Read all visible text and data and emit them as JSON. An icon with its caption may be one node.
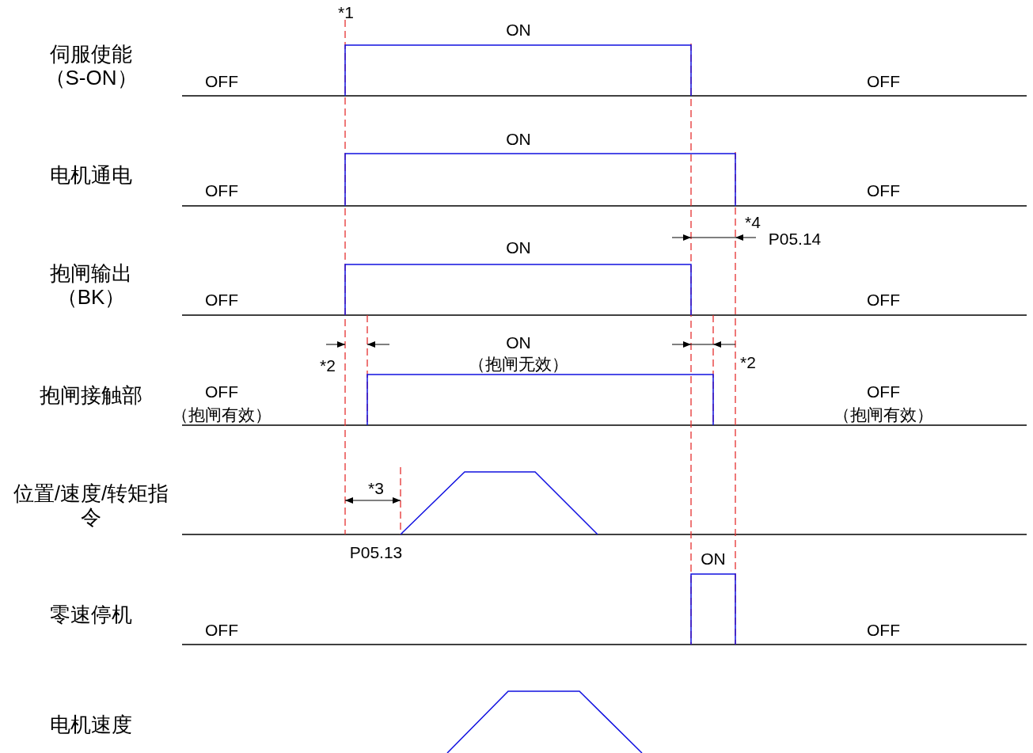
{
  "diagram": {
    "labels": [
      "*1",
      "ON",
      "伺服使能（S-ON）",
      "OFF",
      "OFF",
      "ON",
      "电机通电",
      "OFF",
      "OFF",
      "*4",
      "P05.14",
      "ON",
      "抱闸输出（BK）",
      "OFF",
      "OFF",
      "ON",
      "（抱闸无效）",
      "*2",
      "*2",
      "抱闸接触部",
      "OFF",
      "OFF",
      "（抱闸有效）",
      "（抱闸有效）",
      "*3",
      "位置/速度/转矩指令",
      "P05.13",
      "ON",
      "零速停机",
      "OFF",
      "OFF",
      "电机速度"
    ]
  }
}
